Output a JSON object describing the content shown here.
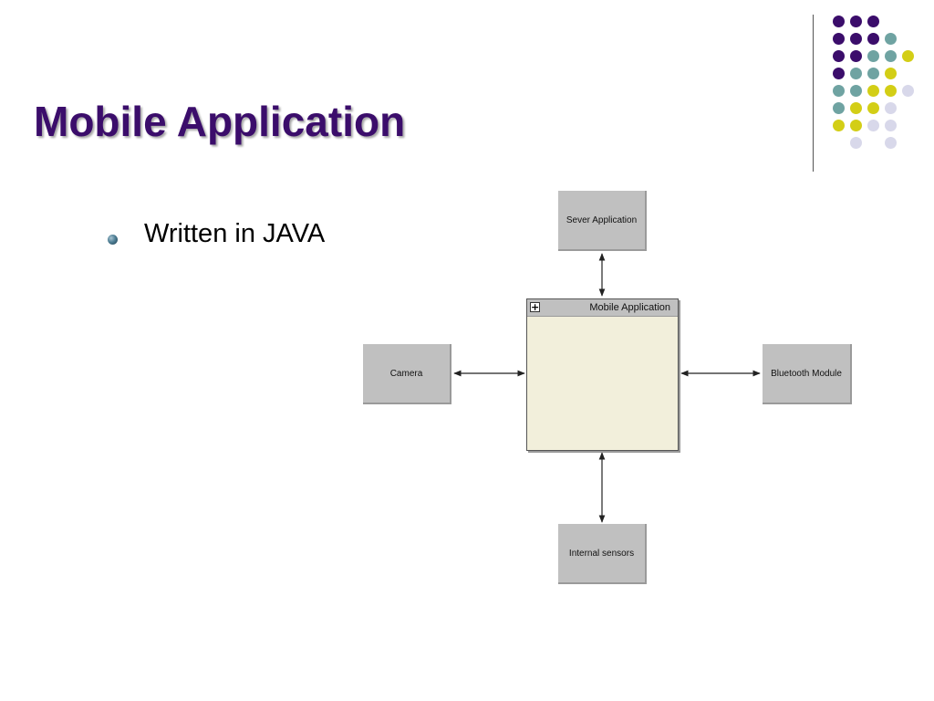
{
  "slide": {
    "title": "Mobile Application",
    "bullets": [
      "Written in JAVA"
    ]
  },
  "palette": {
    "purple": "#3b0d6b",
    "teal": "#6fa3a2",
    "lime": "#d3ce16",
    "lavender": "#d8d8ea"
  },
  "diagram": {
    "main": {
      "title": "Mobile Application",
      "expand_icon": "plus-expand-icon"
    },
    "top": "Sever Application",
    "left": "Camera",
    "right": "Bluetooth Module",
    "bottom": "Internal sensors"
  }
}
